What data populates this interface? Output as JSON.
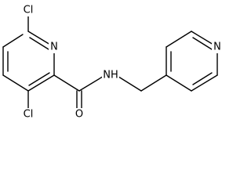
{
  "molecule": {
    "atoms": {
      "cl_top": "Cl",
      "n_ring_left": "N",
      "cl_bottom": "Cl",
      "o_carbonyl": "O",
      "nh_amide": "NH",
      "n_ring_right": "N"
    },
    "colors": {
      "bond": "#000000",
      "label": "#000000",
      "background": "#ffffff"
    }
  }
}
